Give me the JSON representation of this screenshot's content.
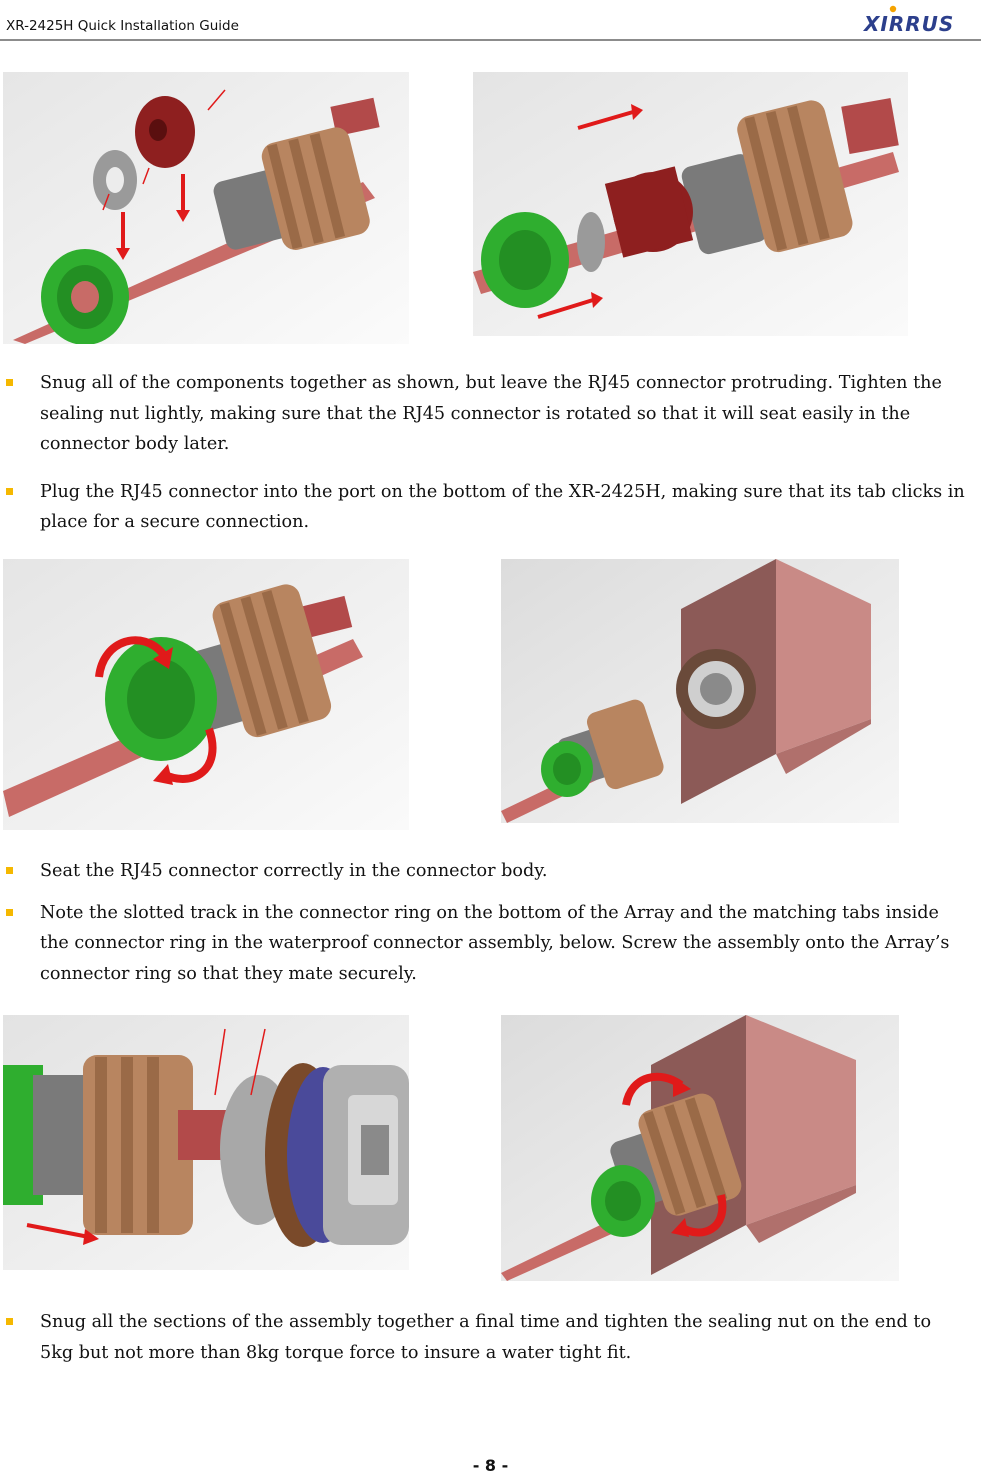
{
  "header": {
    "title": "XR-2425H Quick Installation Guide",
    "logo_text": "XIRRUS"
  },
  "sections": [
    {
      "bullets": [
        "Snug all of the components together as shown, but leave the RJ45 connector protruding. Tighten the sealing nut lightly, making sure that the RJ45 connector is rotated so that it will seat easily in the connector body later.",
        "Plug the RJ45 connector into the port on the bottom of the XR-2425H, making sure that its tab clicks in place for a secure connection."
      ]
    },
    {
      "bullets": [
        "Seat the RJ45 connector correctly in the connector body.",
        "Note the slotted track in the connector ring on the bottom of the Array and the matching tabs inside the connector ring in the waterproof connector assembly, below. Screw the assembly onto the Array’s connector ring so that they mate securely."
      ]
    },
    {
      "bullets": [
        "Snug all the sections of the assembly together a final time and tighten the sealing nut on the end to 5kg but not more than 8kg torque force to insure a water tight fit."
      ]
    }
  ],
  "footer": {
    "page_number": "- 8 -"
  },
  "colors": {
    "bullet": "#f5b800",
    "cable": "#c86b67",
    "seal_red": "#8e1f1f",
    "nut_green": "#2fae2f",
    "body_tan": "#b88560",
    "thread_gray": "#7a7a7a",
    "arrow_red": "#e01a1a",
    "bracket_pink": "#c98a86"
  }
}
